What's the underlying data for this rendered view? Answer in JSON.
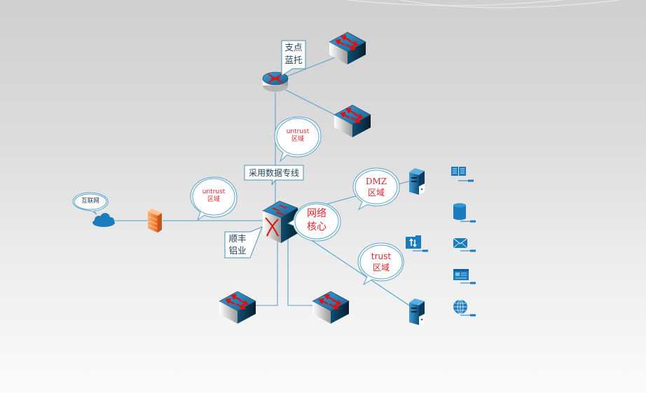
{
  "diagram": {
    "title": "network topology",
    "colors": {
      "link": "#5aa3c8",
      "device_blue": "#1b6fa6",
      "device_dark": "#0c3a52",
      "arrow_red": "#e01010",
      "zone_text": "#e0262a",
      "label_text": "#1d3d55",
      "icon_blue": "#1a7bbd",
      "firewall": "#f08a3c",
      "cloud": "#1a7bbd"
    },
    "labels": {
      "branch": [
        "支点",
        "蓝托"
      ],
      "leased_line": "采用数据专线",
      "site": [
        "顺丰",
        "铝业"
      ],
      "internet": "互联网"
    },
    "zones": {
      "untrust_top": [
        "untrust",
        "区域"
      ],
      "untrust_left": [
        "untrust",
        "区域"
      ],
      "core": [
        "网络",
        "核心"
      ],
      "dmz": [
        "DMZ",
        "区域"
      ],
      "trust": [
        "trust",
        "区域"
      ]
    },
    "nodes": [
      {
        "id": "internet-cloud",
        "type": "cloud"
      },
      {
        "id": "firewall",
        "type": "firewall"
      },
      {
        "id": "core-switch",
        "type": "layer3-switch"
      },
      {
        "id": "branch-router",
        "type": "router"
      },
      {
        "id": "branch-switch-1",
        "type": "switch"
      },
      {
        "id": "branch-switch-2",
        "type": "switch"
      },
      {
        "id": "access-switch-1",
        "type": "switch"
      },
      {
        "id": "access-switch-2",
        "type": "switch"
      },
      {
        "id": "dmz-server",
        "type": "server"
      },
      {
        "id": "trust-server",
        "type": "server"
      },
      {
        "id": "file-transfer",
        "type": "ftp-service"
      }
    ],
    "services": [
      "book-service",
      "database-service",
      "mail-service",
      "web-app-service",
      "web-service"
    ]
  }
}
